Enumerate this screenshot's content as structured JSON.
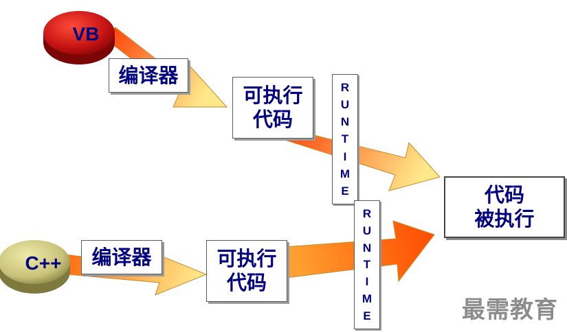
{
  "nodes": {
    "vb_label": "VB",
    "cpp_label": "C++",
    "compiler_top": "编译器",
    "compiler_bottom": "编译器",
    "exe_top_line1": "可执行",
    "exe_top_line2": "代码",
    "exe_bottom_line1": "可执行",
    "exe_bottom_line2": "代码",
    "result_line1": "代码",
    "result_line2": "被执行",
    "runtime_letters": [
      "R",
      "U",
      "N",
      "T",
      "I",
      "M",
      "E"
    ]
  },
  "watermark": "最需教育",
  "colors": {
    "vb_disk": "#c41212",
    "cpp_disk": "#b8b36a",
    "arrow_start": "#ff3a00",
    "arrow_end": "#ffe88a",
    "text": "#000080"
  }
}
